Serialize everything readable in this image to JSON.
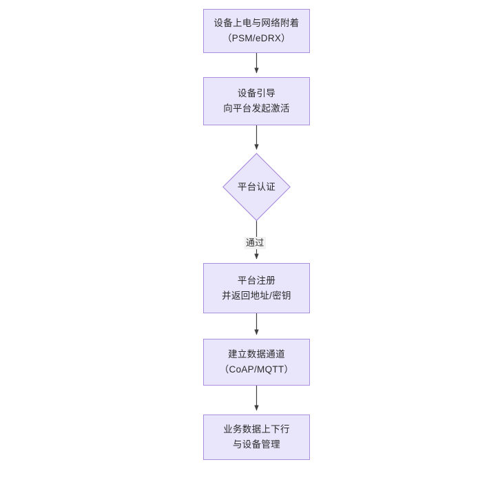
{
  "diagram": {
    "type": "flowchart",
    "orientation": "top-to-bottom",
    "background_color": "#ffffff",
    "node_fill_color": "#e9e5fb",
    "node_border_color": "#a98ede",
    "text_color": "#2b2b2b",
    "connector_color": "#3f3f3f",
    "edge_label_background": "#f2f2f2",
    "nodes": [
      {
        "id": "n1",
        "shape": "rectangle",
        "line1": "设备上电与网络附着",
        "line2": "（PSM/eDRX）",
        "text": "设备上电与网络附着\n（PSM/eDRX）"
      },
      {
        "id": "n2",
        "shape": "rectangle",
        "line1": "设备引导",
        "line2": "向平台发起激活",
        "text": "设备引导\n向平台发起激活"
      },
      {
        "id": "n3",
        "shape": "diamond",
        "line1": "平台认证",
        "line2": "",
        "text": "平台认证"
      },
      {
        "id": "n4",
        "shape": "rectangle",
        "line1": "平台注册",
        "line2": "并返回地址/密钥",
        "text": "平台注册\n并返回地址/密钥"
      },
      {
        "id": "n5",
        "shape": "rectangle",
        "line1": "建立数据通道",
        "line2": "（CoAP/MQTT）",
        "text": "建立数据通道\n（CoAP/MQTT）"
      },
      {
        "id": "n6",
        "shape": "rectangle",
        "line1": "业务数据上下行",
        "line2": "与设备管理",
        "text": "业务数据上下行\n与设备管理"
      }
    ],
    "edges": [
      {
        "id": "e1",
        "from": "n1",
        "to": "n2",
        "label": ""
      },
      {
        "id": "e2",
        "from": "n2",
        "to": "n3",
        "label": ""
      },
      {
        "id": "e3",
        "from": "n3",
        "to": "n4",
        "label": "通过"
      },
      {
        "id": "e4",
        "from": "n4",
        "to": "n5",
        "label": ""
      },
      {
        "id": "e5",
        "from": "n5",
        "to": "n6",
        "label": ""
      }
    ]
  }
}
